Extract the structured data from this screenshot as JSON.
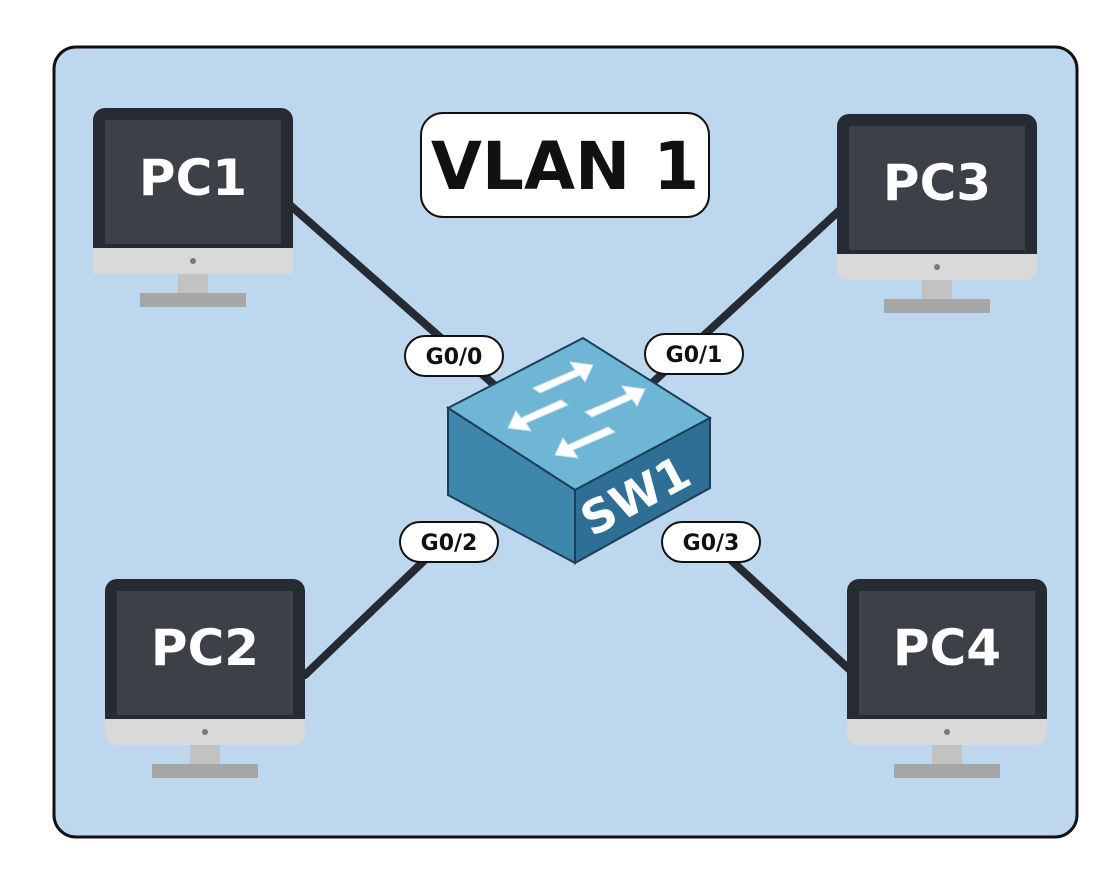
{
  "vlan": {
    "label": "VLAN 1"
  },
  "switch": {
    "label": "SW1",
    "icon": "network-switch-icon"
  },
  "pcs": [
    {
      "id": "pc1",
      "label": "PC1"
    },
    {
      "id": "pc2",
      "label": "PC2"
    },
    {
      "id": "pc3",
      "label": "PC3"
    },
    {
      "id": "pc4",
      "label": "PC4"
    }
  ],
  "ports": [
    {
      "id": "g00",
      "label": "G0/0",
      "connects": "PC1"
    },
    {
      "id": "g01",
      "label": "G0/1",
      "connects": "PC3"
    },
    {
      "id": "g02",
      "label": "G0/2",
      "connects": "PC2"
    },
    {
      "id": "g03",
      "label": "G0/3",
      "connects": "PC4"
    }
  ],
  "colors": {
    "vlan_background": "#bdd7ee",
    "border": "#111111",
    "link": "#262b33",
    "monitor_frame": "#262b33",
    "monitor_screen": "#3c4147",
    "monitor_stand": "#d9d9d9",
    "switch_top": "#6fb6d6",
    "switch_front": "#3f86ad",
    "switch_side": "#2a6386"
  }
}
